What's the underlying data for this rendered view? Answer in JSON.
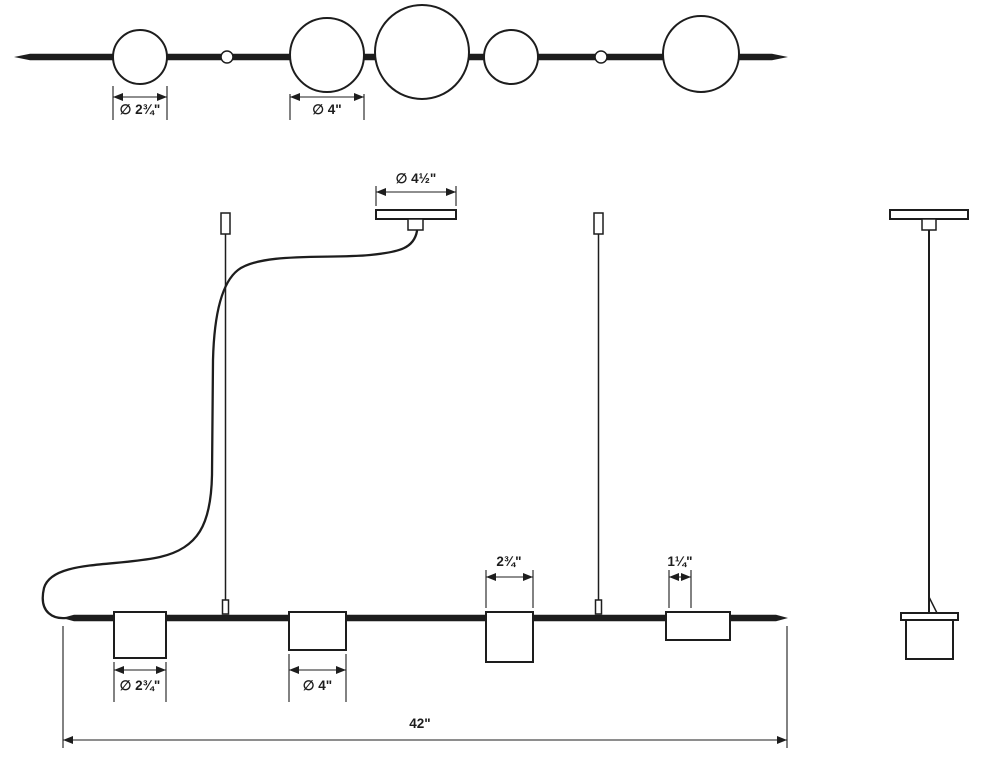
{
  "page": {
    "background": "#ffffff",
    "line_color": "#1d1d1d",
    "drawing_title": "linear-pendant-dimension-drawing"
  },
  "top_view": {
    "dim_globe_small": "∅ 2¾\"",
    "dim_globe_large": "∅ 4\""
  },
  "front_view": {
    "dim_canopy": "∅ 4½\"",
    "dim_shade_3_width": "2¾\"",
    "dim_shade_4_width": "1¼\"",
    "dim_shade_1_diameter": "∅ 2¾\"",
    "dim_shade_2_diameter": "∅ 4\"",
    "dim_overall_width": "42\""
  }
}
